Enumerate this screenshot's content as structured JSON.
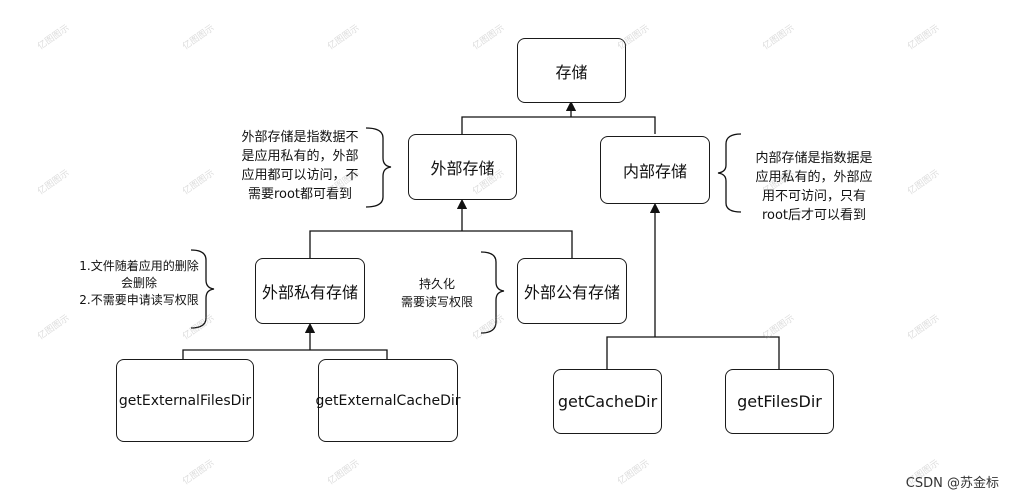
{
  "nodes": {
    "storage": "存储",
    "external": "外部存储",
    "internal": "内部存储",
    "ext_private": "外部私有存储",
    "ext_public": "外部公有存储",
    "get_ext_files": "getExternalFilesDir",
    "get_ext_cache": "getExternalCacheDir",
    "get_cache": "getCacheDir",
    "get_files": "getFilesDir"
  },
  "notes": {
    "external": [
      "外部存储是指数据不",
      "是应用私有的，外部",
      "应用都可以访问，不",
      "需要root都可看到"
    ],
    "internal": [
      "内部存储是指数据是",
      "应用私有的，外部应",
      "用不可访问，只有",
      "root后才可以看到"
    ],
    "private": [
      "1.文件随着应用的删除",
      "会删除",
      "2.不需要申请读写权限"
    ],
    "public": [
      "持久化",
      "需要读写权限"
    ]
  },
  "footer": "CSDN @苏金标",
  "watermark": "亿图图示"
}
